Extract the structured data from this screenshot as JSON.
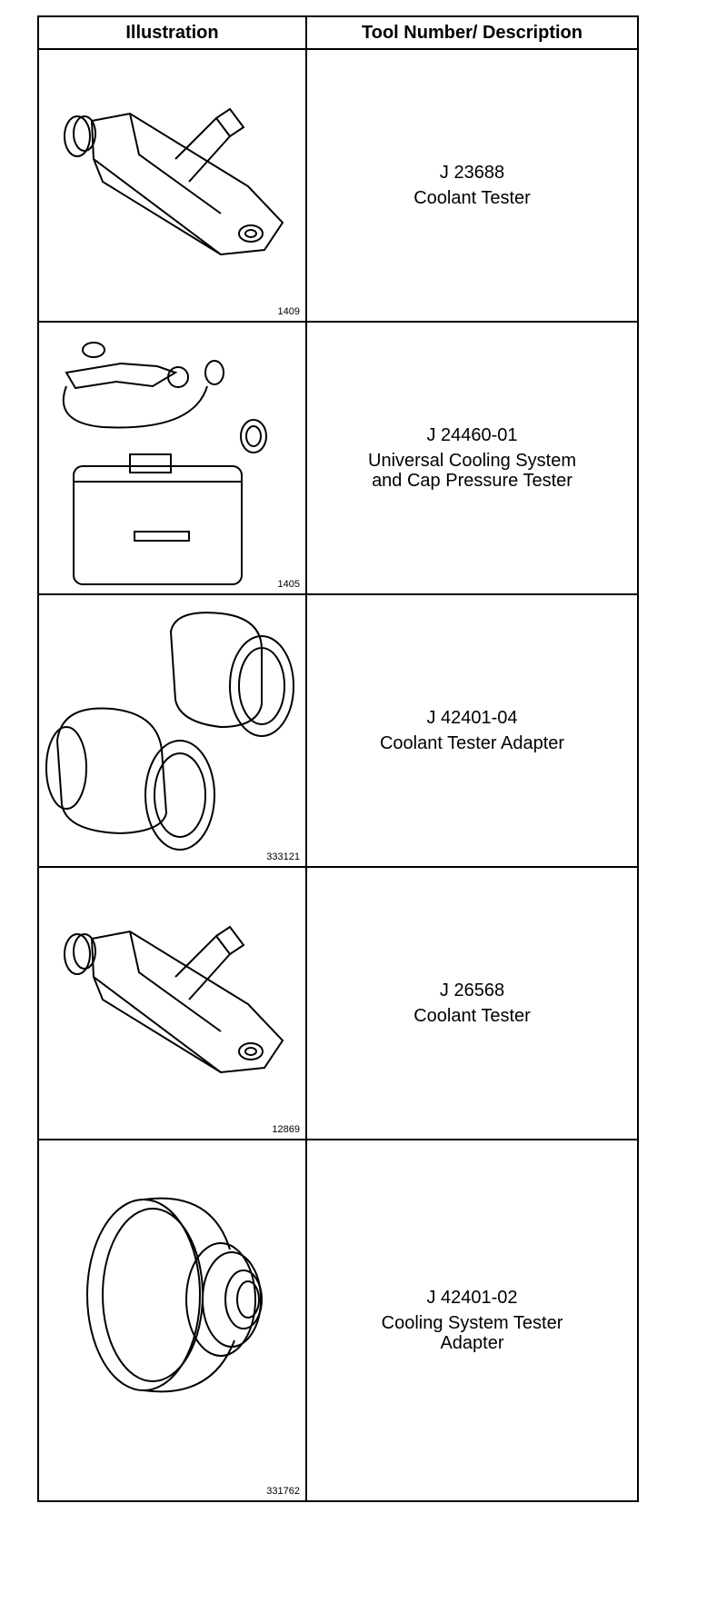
{
  "header": {
    "illustration": "Illustration",
    "tool": "Tool Number/ Description"
  },
  "rows": [
    {
      "figure": "1409",
      "tool_number": "J 23688",
      "description": [
        "Coolant Tester"
      ],
      "icon": "coolant-tester-icon"
    },
    {
      "figure": "1405",
      "tool_number": "J 24460-01",
      "description": [
        "Universal Cooling System",
        "and Cap Pressure Tester"
      ],
      "icon": "pressure-tester-kit-icon"
    },
    {
      "figure": "333121",
      "tool_number": "J 42401-04",
      "description": [
        "Coolant Tester Adapter"
      ],
      "icon": "tester-adapter-icon"
    },
    {
      "figure": "12869",
      "tool_number": "J 26568",
      "description": [
        "Coolant Tester"
      ],
      "icon": "coolant-tester-icon"
    },
    {
      "figure": "331762",
      "tool_number": "J 42401-02",
      "description": [
        "Cooling System Tester",
        "Adapter"
      ],
      "icon": "system-tester-adapter-icon"
    }
  ]
}
